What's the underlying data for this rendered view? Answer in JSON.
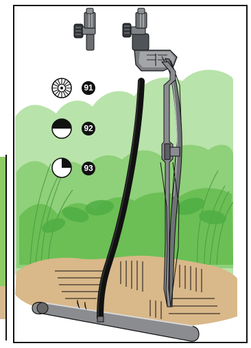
{
  "diagram": {
    "labels": {
      "full_circle": "91",
      "half_circle": "92",
      "quarter_circle": "93"
    }
  }
}
